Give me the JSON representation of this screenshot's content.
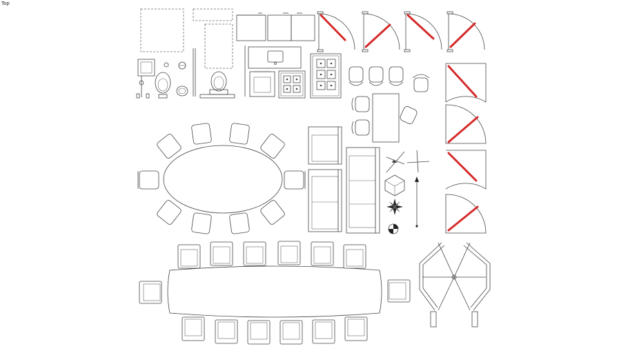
{
  "viewport": {
    "view_label": "Top",
    "background": "#ffffff",
    "line_color": "#444444",
    "door_leaf_color": "#d42a2a"
  },
  "objects": [
    "dashed-zone",
    "toilet-set",
    "bathtub",
    "kitchen-counter",
    "kitchen-sink",
    "stove-4-burner",
    "stove-6-burner",
    "swing-door",
    "office-chair",
    "dining-table",
    "oval-table",
    "conference-table",
    "sofa",
    "armchair",
    "axis-gizmo",
    "compass-rose",
    "section-marker",
    "revolving-door"
  ]
}
